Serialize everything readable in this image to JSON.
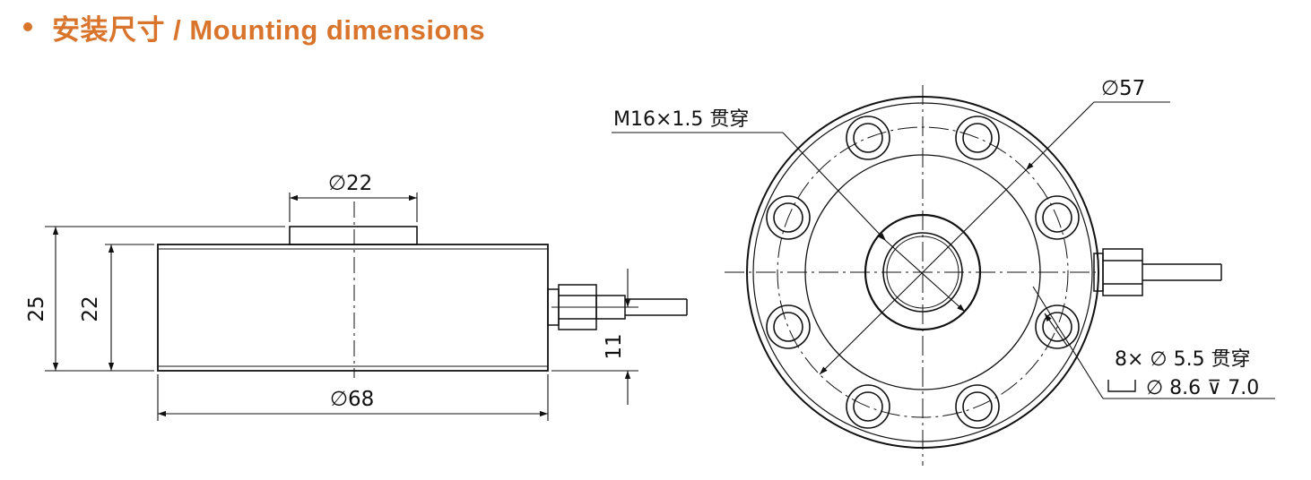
{
  "header": {
    "title": "安装尺寸 / Mounting dimensions"
  },
  "side_view": {
    "boss_diameter": "∅22",
    "total_height": "25",
    "body_height": "22",
    "cable_offset": "11",
    "body_diameter": "∅68"
  },
  "top_view": {
    "bolt_circle_diameter": "∅57",
    "center_thread": "M16×1.5 贯穿",
    "through_holes": "8× ∅ 5.5 贯穿",
    "counterbore": "∅ 8.6 ⊽ 7.0"
  },
  "colors": {
    "accent": "#D9742C",
    "line": "#111111"
  }
}
